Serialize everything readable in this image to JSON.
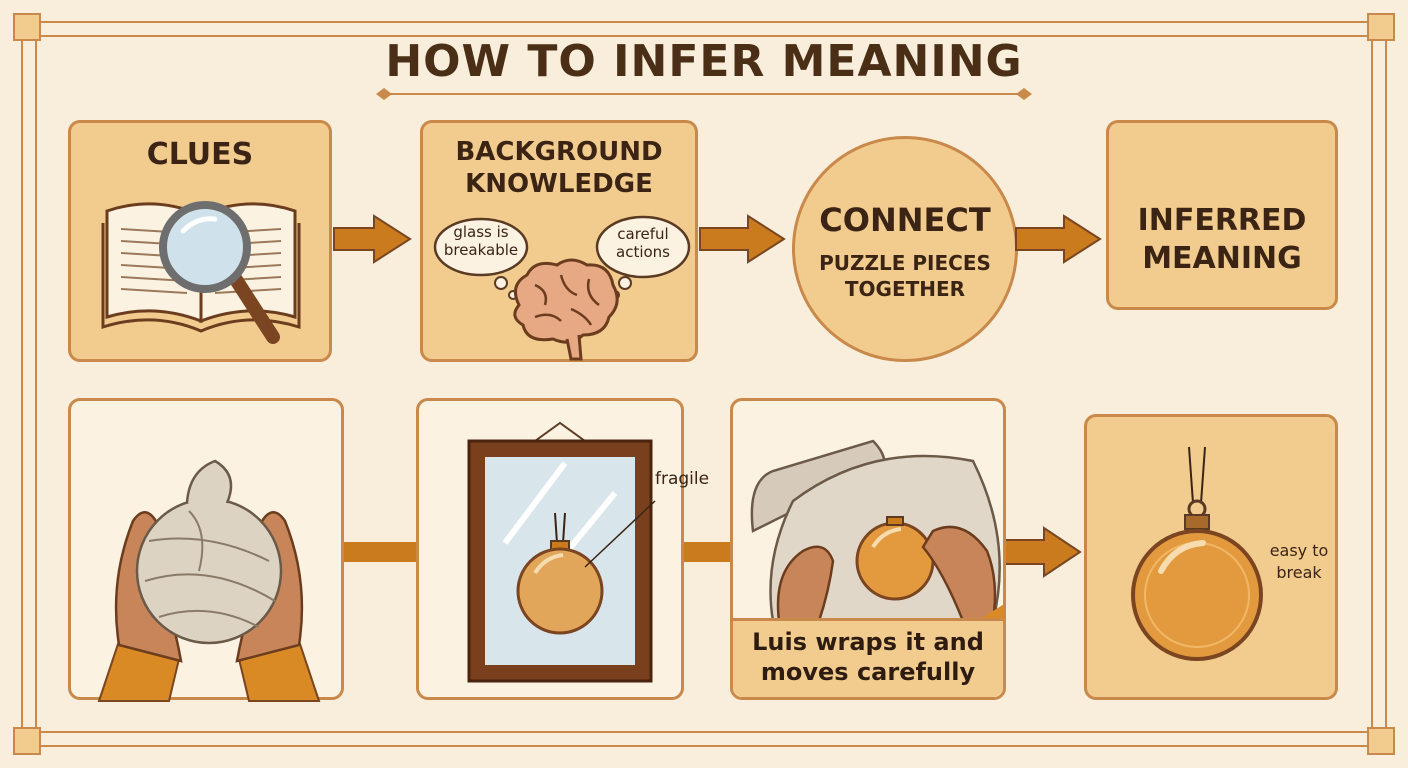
{
  "title": "HOW TO INFER MEANING",
  "steps": {
    "clues": "CLUES",
    "background_line1": "BACKGROUND",
    "background_line2": "KNOWLEDGE",
    "thought_1_line1": "glass is",
    "thought_1_line2": "breakable",
    "thought_2_line1": "careful",
    "thought_2_line2": "actions",
    "connect": "CONNECT",
    "connect_sub_line1": "PUZZLE PIECES",
    "connect_sub_line2": "TOGETHER",
    "inferred_line1": "INFERRED",
    "inferred_line2": "MEANING"
  },
  "examples": {
    "mirror_label": "fragile",
    "caption_line1": "Luis wraps it and",
    "caption_line2": "moves carefully",
    "ornament_label_line1": "easy to",
    "ornament_label_line2": "break"
  },
  "colors": {
    "background": "#f8eedb",
    "box_fill": "#f1cc8e",
    "box_border": "#c9894a",
    "arrow": "#c97b1e",
    "text": "#3b2414"
  },
  "icons": [
    "book-icon",
    "magnifier-icon",
    "brain-icon",
    "wrapped-ornament-icon",
    "mirror-icon",
    "ornament-icon"
  ]
}
